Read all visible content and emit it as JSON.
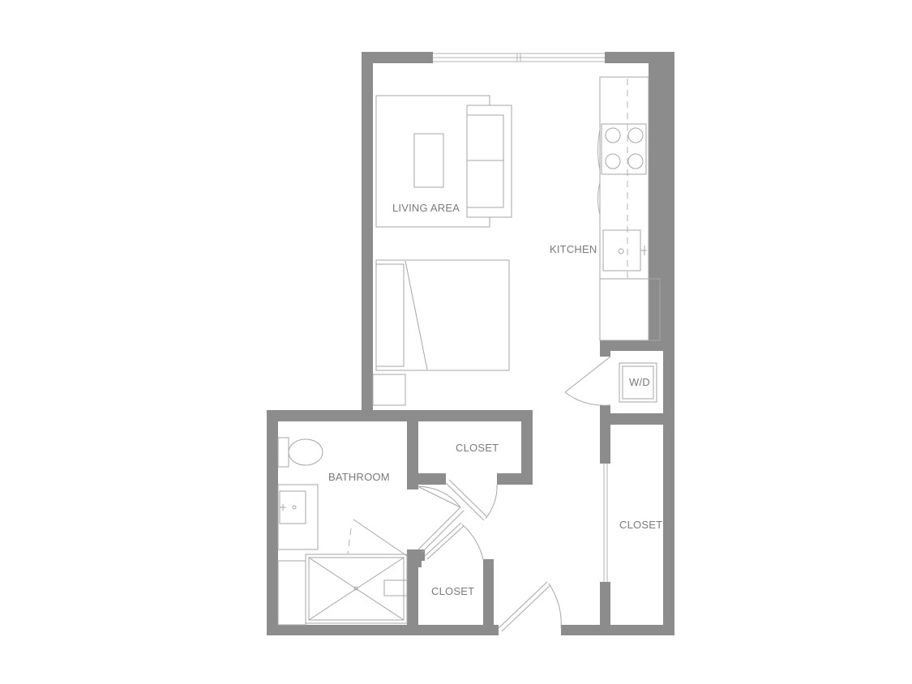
{
  "rooms": {
    "living_area": "LIVING AREA",
    "kitchen": "KITCHEN",
    "washer_dryer": "W/D",
    "bathroom": "BATHROOM",
    "closet_upper": "CLOSET",
    "closet_lower": "CLOSET",
    "closet_right": "CLOSET"
  },
  "colors": {
    "wall": "#8c8c8c",
    "fixture_line": "#a6a6a6",
    "label": "#7a7a7a",
    "background": "#ffffff"
  }
}
